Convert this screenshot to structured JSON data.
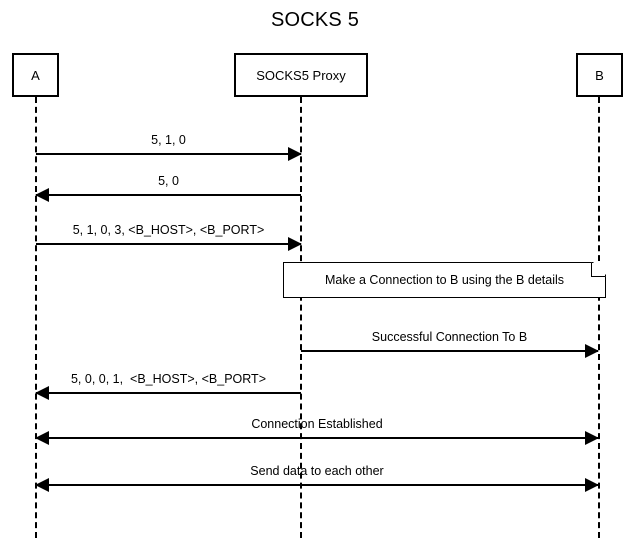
{
  "diagram": {
    "title": "SOCKS 5",
    "type": "sequence-diagram",
    "background_color": "#ffffff",
    "line_color": "#000000"
  },
  "participants": [
    {
      "id": "A",
      "label": "A"
    },
    {
      "id": "proxy",
      "label": "SOCKS5 Proxy"
    },
    {
      "id": "B",
      "label": "B"
    }
  ],
  "messages": [
    {
      "label": "5, 1, 0",
      "from": "A",
      "to": "proxy",
      "direction": "right"
    },
    {
      "label": "5, 0",
      "from": "proxy",
      "to": "A",
      "direction": "left"
    },
    {
      "label": "5, 1, 0, 3, <B_HOST>, <B_PORT>",
      "from": "A",
      "to": "proxy",
      "direction": "right"
    },
    {
      "label": "Successful Connection To B",
      "from": "proxy",
      "to": "B",
      "direction": "right"
    },
    {
      "label": "5, 0, 0, 1,  <B_HOST>, <B_PORT>",
      "from": "proxy",
      "to": "A",
      "direction": "left"
    },
    {
      "label": "Connection Established",
      "from": "A",
      "to": "B",
      "direction": "both"
    },
    {
      "label": "Send data to each other",
      "from": "A",
      "to": "B",
      "direction": "both"
    }
  ],
  "notes": [
    {
      "label": "Make a Connection to B using the B details",
      "attached_to": "proxy"
    }
  ]
}
